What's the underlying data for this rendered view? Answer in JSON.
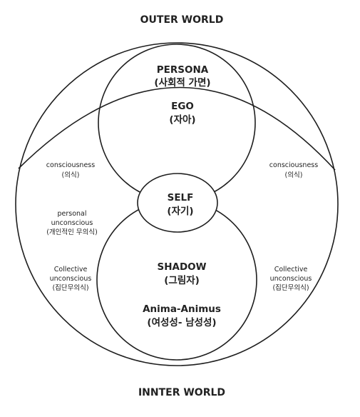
{
  "labels": {
    "outer_world": "OUTER WORLD",
    "inner_world": "INNTER WORLD",
    "persona_en": "PERSONA",
    "persona_ko": "(사회적 가면)",
    "ego_en": "EGO",
    "ego_ko": "(자아)",
    "self_en": "SELF",
    "self_ko": "(자기)",
    "shadow_en": "SHADOW",
    "shadow_ko": "(그림자)",
    "anima_en": "Anima-Animus",
    "anima_ko": "(여성성- 남성성)",
    "consciousness_left_en": "consciousness",
    "consciousness_left_ko": "(의식)",
    "consciousness_right_en": "consciousness",
    "consciousness_right_ko": "(의식)",
    "personal_line1": "personal",
    "personal_line2": "unconscious",
    "personal_ko": "(개인적인 무의식)",
    "collective_left_line1": "Collective",
    "collective_left_line2": "unconscious",
    "collective_left_ko": "(집단무의식)",
    "collective_right_line1": "Collective",
    "collective_right_line2": "unconscious",
    "collective_right_ko": "(집단무의식)"
  },
  "colors": {
    "stroke": "#1e1e1e",
    "text": "#222222",
    "background": "#ffffff"
  }
}
